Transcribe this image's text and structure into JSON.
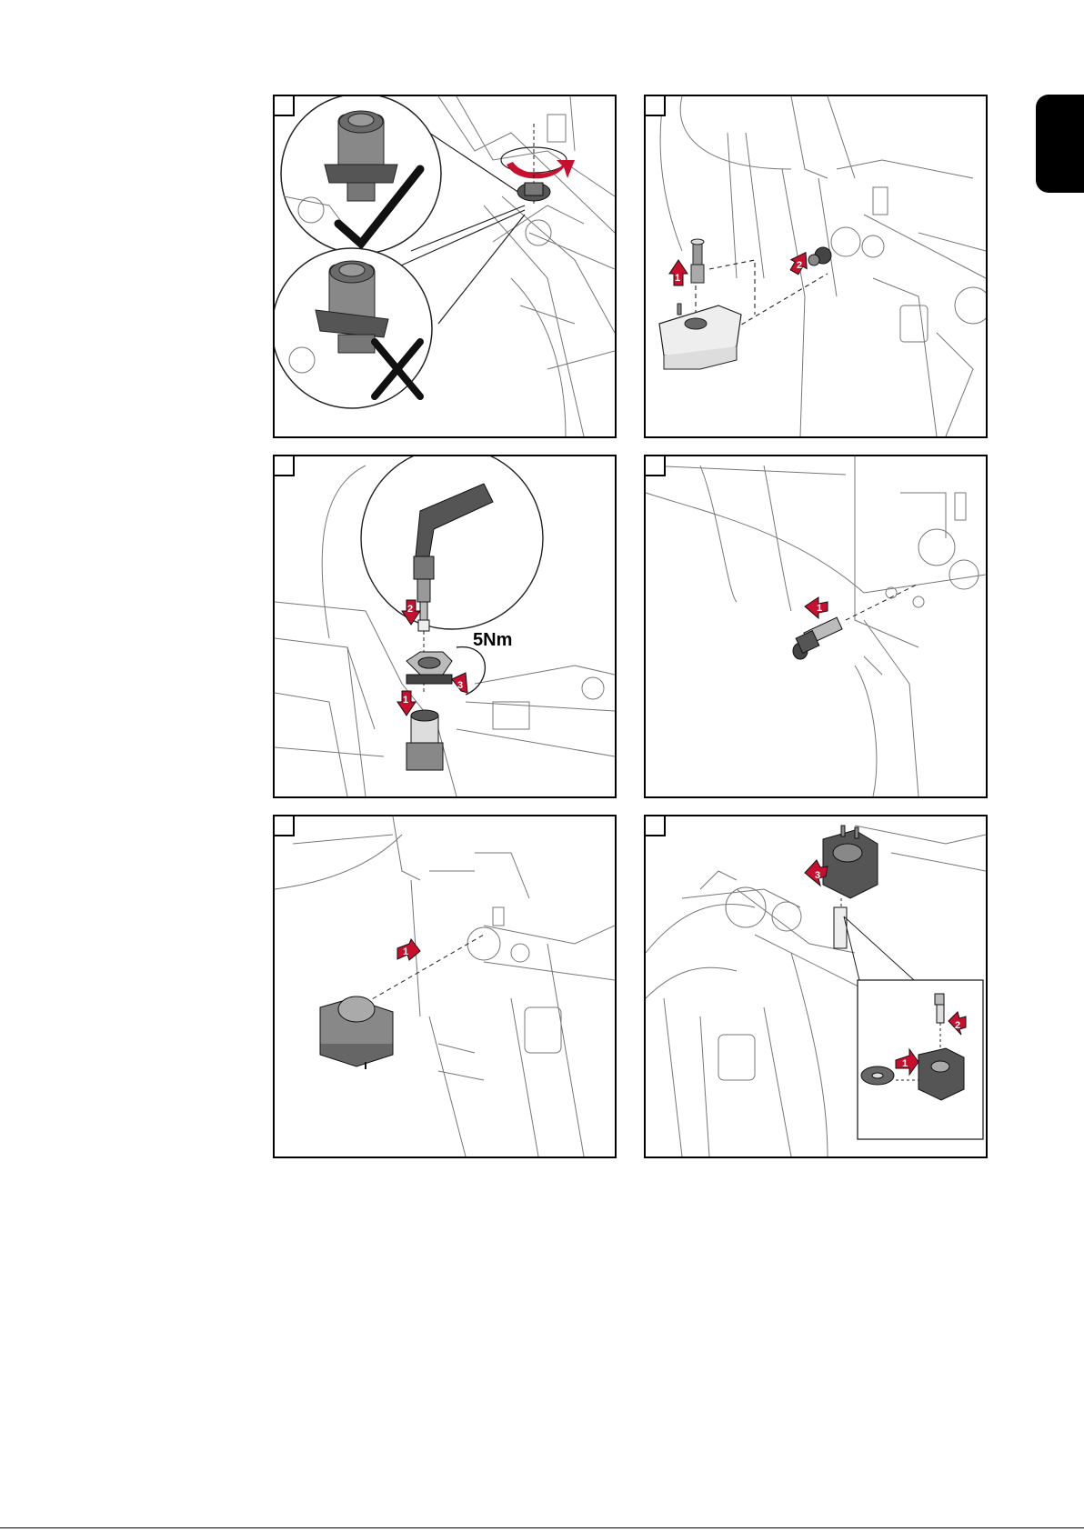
{
  "side_tab": {
    "color": "#000000"
  },
  "colors": {
    "accent_red": "#c8102e",
    "line": "#555555",
    "part_gray": "#8a8a8a",
    "part_dark": "#3a3a3a"
  },
  "panels": [
    {
      "id": "a",
      "icons": [
        "check-mark-icon",
        "cross-mark-icon",
        "rotate-arrow-icon"
      ]
    },
    {
      "id": "b",
      "arrows": [
        "1",
        "2"
      ]
    },
    {
      "id": "c",
      "arrows": [
        "2",
        "3",
        "1"
      ],
      "torque_label": "5Nm"
    },
    {
      "id": "d",
      "arrows": [
        "1"
      ]
    },
    {
      "id": "e",
      "arrows": [
        "1"
      ]
    },
    {
      "id": "f",
      "arrows": [
        "3",
        "2",
        "1"
      ]
    }
  ]
}
